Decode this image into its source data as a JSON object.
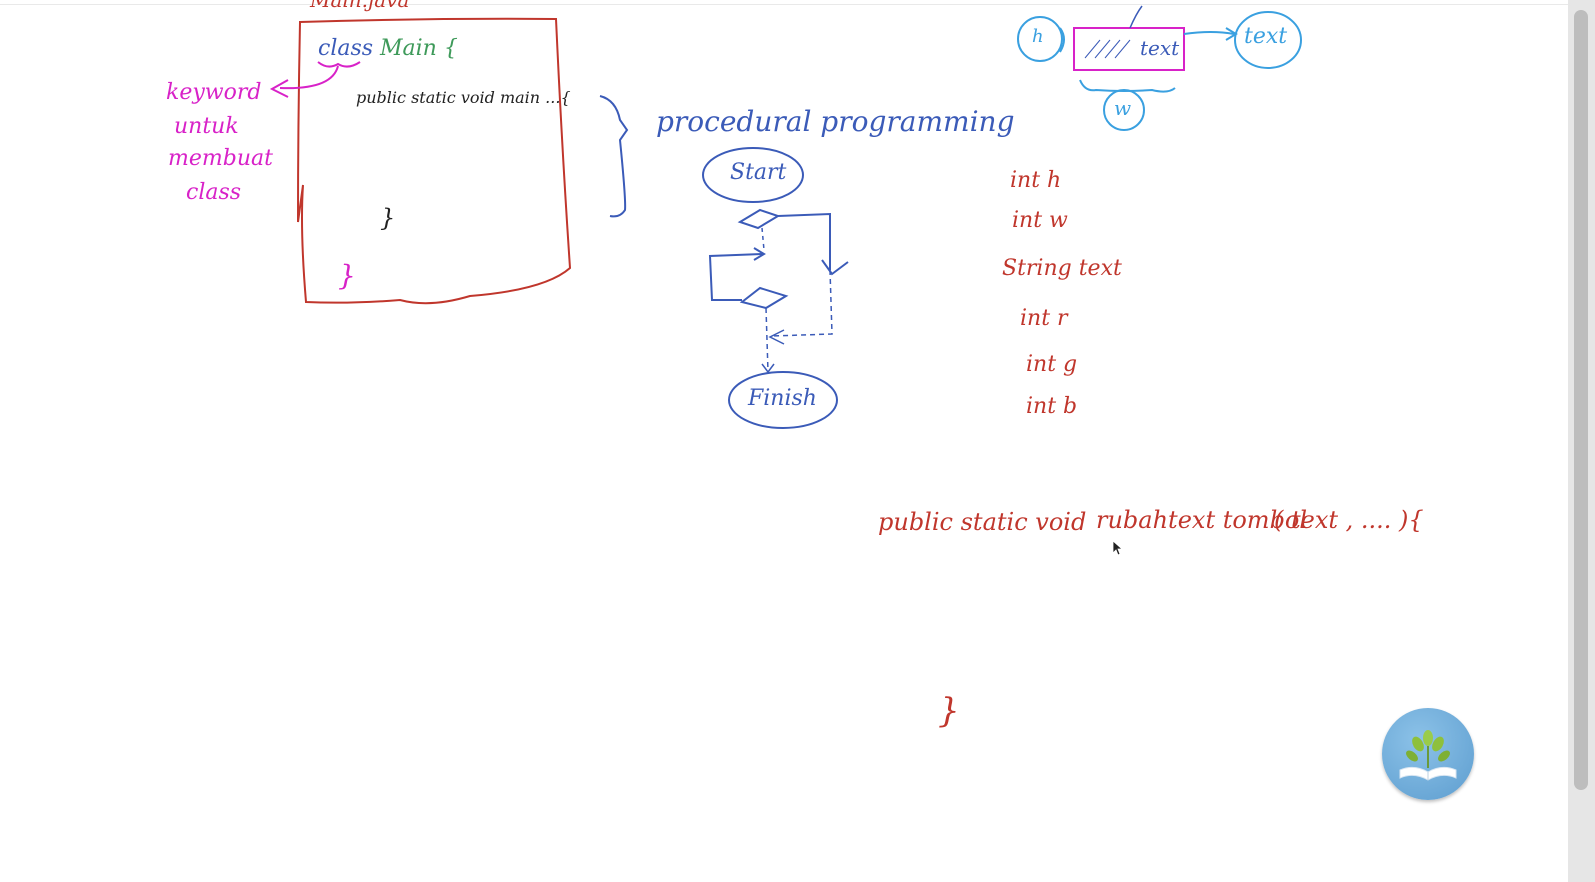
{
  "colors": {
    "red": "#c0362c",
    "blue": "#3b5bb8",
    "lightblue": "#3aa0e0",
    "magenta": "#d822c8",
    "green": "#3e9a5a",
    "black": "#222222"
  },
  "class_box": {
    "header_top": "Main.java",
    "keyword": "class",
    "name": "Main {",
    "method_line": "public static void main ...{",
    "inner_close": "}",
    "outer_close": "}"
  },
  "annotation": [
    "keyword",
    "untuk",
    "membuat",
    "class"
  ],
  "paradigm_label": "procedural programming",
  "flowchart": {
    "start": "Start",
    "finish": "Finish"
  },
  "object_diagram": {
    "left": "h",
    "center": "text",
    "right": "text",
    "bottom": "w"
  },
  "variables": [
    "int h",
    "int w",
    "String text",
    "int r",
    "int g",
    "int b"
  ],
  "method_signature": {
    "prefix": "public static void",
    "name": "rubahtext tombol",
    "params": "( text , .... ){",
    "close": "}"
  },
  "icons": [
    "mouse-cursor-icon",
    "book-plant-logo-icon"
  ]
}
